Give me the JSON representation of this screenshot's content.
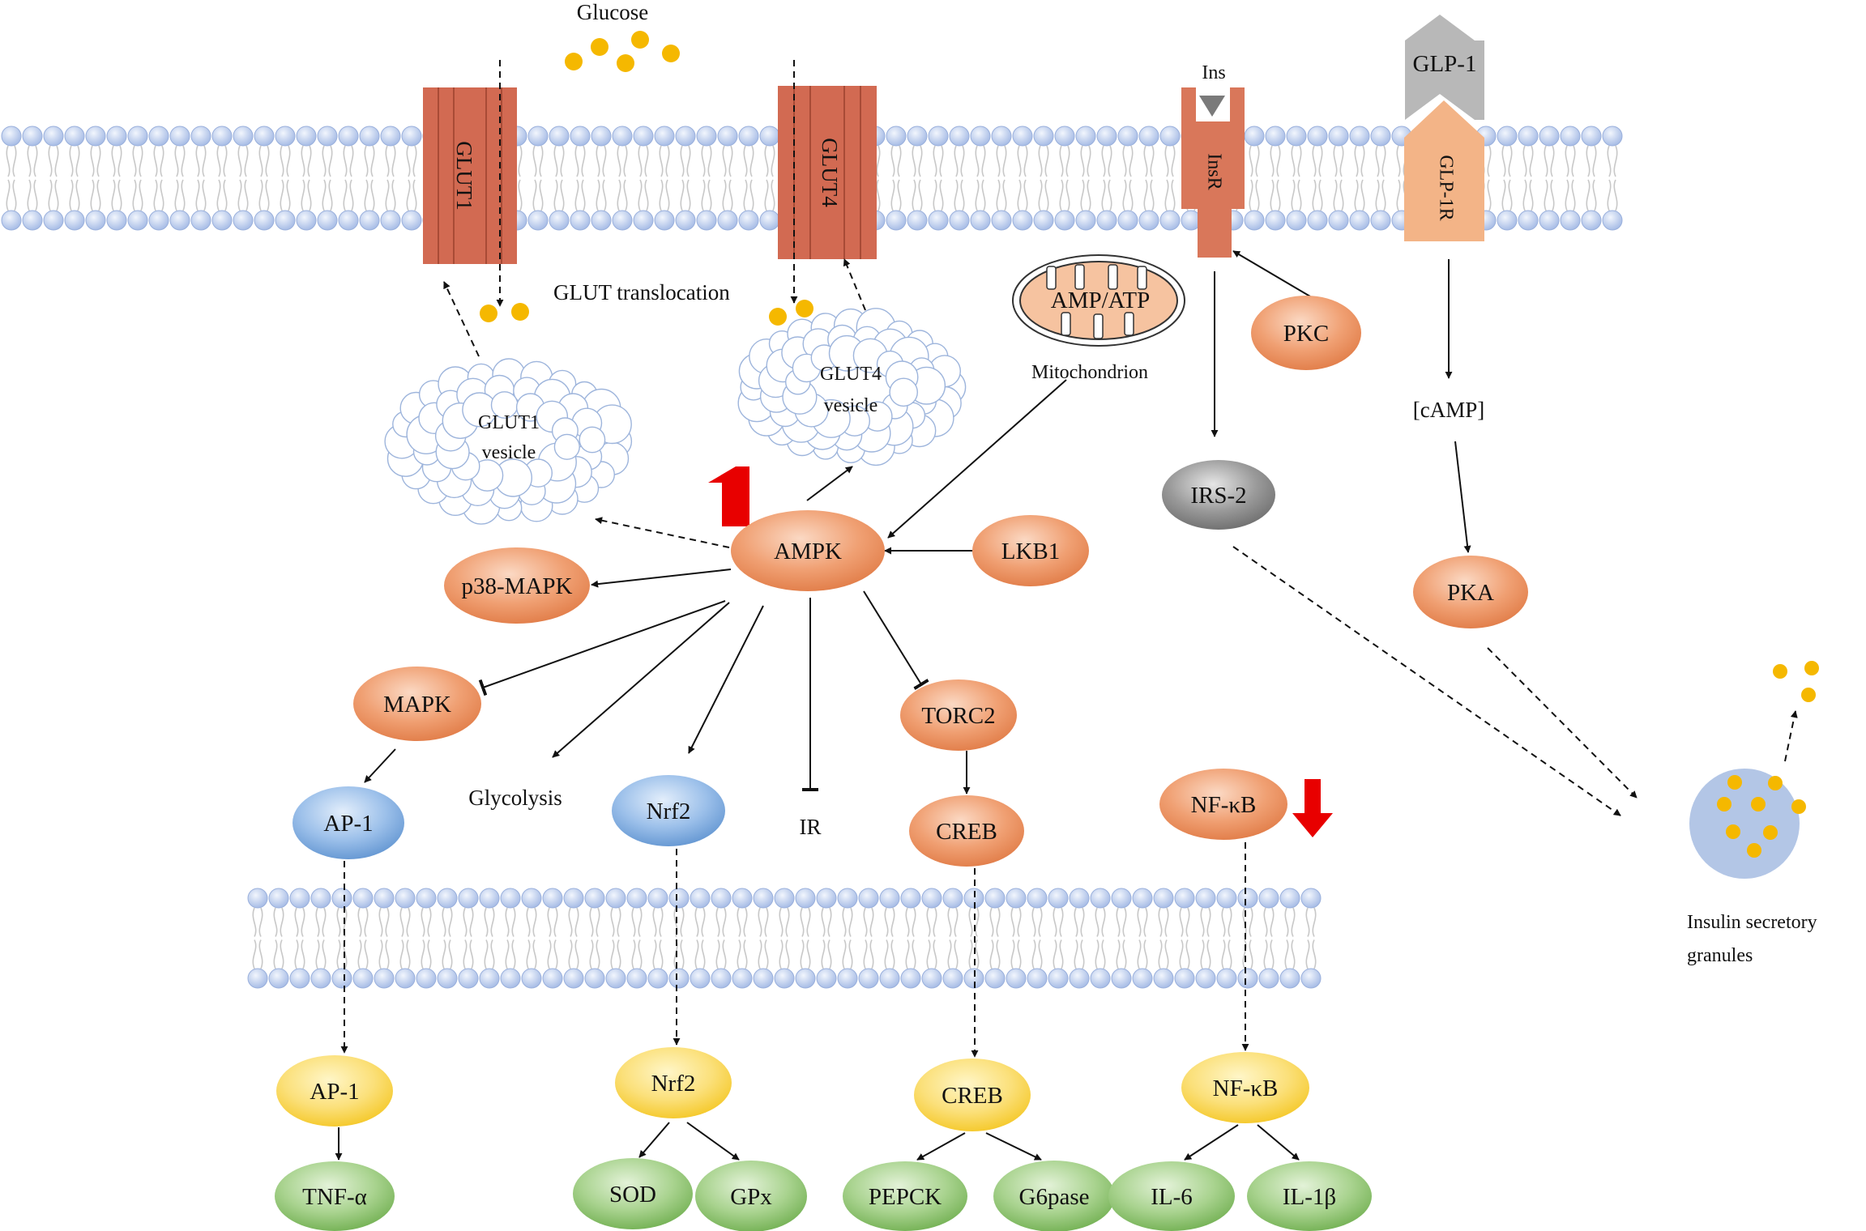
{
  "membranes": {
    "top": {
      "label": ""
    },
    "bottom": {
      "label": ""
    }
  },
  "colors": {
    "head": "#c6d4ee",
    "head_stroke": "#8ea7d6",
    "transporter": "#d26a52",
    "transporter_dark": "#b8553e",
    "receptor": "#d9775a",
    "glp1r": "#f3b487",
    "glp1": "#b8b8b8",
    "glucose": "#f5b800",
    "orange_node": "#ea8c5c",
    "blue_node": "#6d9fd6",
    "grey_node": "#7a7a7a",
    "yellow_node": "#f9d43a",
    "green_node": "#7cb95e",
    "red_arrow": "#e80000",
    "granule": "#b3c6e6",
    "mito": "#f6c3a0"
  },
  "labels": {
    "glucose": "Glucose",
    "glut1": "GLUT1",
    "glut4": "GLUT4",
    "glut_translocation": "GLUT  translocation",
    "glut1_vesicle_line1": "GLUT1",
    "glut1_vesicle_line2": "vesicle",
    "glut4_vesicle_line1": "GLUT4",
    "glut4_vesicle_line2": "vesicle",
    "amp_atp": "AMP/ATP",
    "mitochondrion": "Mitochondrion",
    "ins": "Ins",
    "insr": "InsR",
    "glp1": "GLP-1",
    "glp1r": "GLP-1R",
    "pkc": "PKC",
    "camp": "[cAMP]",
    "irs2": "IRS-2",
    "pka": "PKA",
    "ampk": "AMPK",
    "lkb1": "LKB1",
    "p38mapk": "p38-MAPK",
    "mapk": "MAPK",
    "torc2": "TORC2",
    "glycolysis": "Glycolysis",
    "ir": "IR",
    "ap1_cyto": "AP-1",
    "nrf2_cyto": "Nrf2",
    "creb_cyto": "CREB",
    "nfkb_cyto": "NF-κB",
    "ap1_nuc": "AP-1",
    "nrf2_nuc": "Nrf2",
    "creb_nuc": "CREB",
    "nfkb_nuc": "NF-κB",
    "tnfa": "TNF-α",
    "sod": "SOD",
    "gpx": "GPx",
    "pepck": "PEPCK",
    "g6pase": "G6pase",
    "il6": "IL-6",
    "il1b": "IL-1β",
    "granules_line1": "Insulin  secretory",
    "granules_line2": "granules"
  }
}
